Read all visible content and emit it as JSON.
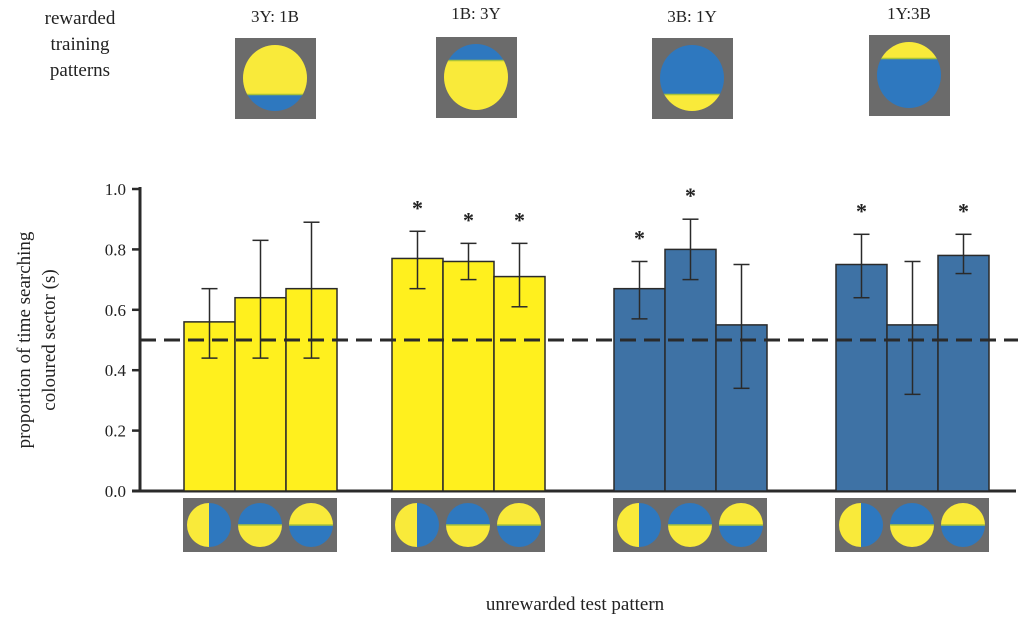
{
  "colors": {
    "yellow": "#fff01e",
    "blue": "#3e72a5",
    "pattern_yellow": "#f9ea3a",
    "pattern_blue": "#2e78bf",
    "pattern_bg": "#6b6b6b",
    "ink": "#2a2a2a"
  },
  "training": {
    "heading_lines": [
      "rewarded",
      "training",
      "patterns"
    ],
    "patterns": [
      {
        "label": "3Y: 1B",
        "top": "yellow",
        "bottom": "blue",
        "split": 0.75
      },
      {
        "label": "1B: 3Y",
        "top": "blue",
        "bottom": "yellow",
        "split": 0.25
      },
      {
        "label": "3B: 1Y",
        "top": "blue",
        "bottom": "yellow",
        "split": 0.75
      },
      {
        "label": "1Y:3B",
        "top": "yellow",
        "bottom": "blue",
        "split": 0.25
      }
    ]
  },
  "test_patterns": [
    {
      "left": "yellow",
      "right": "blue",
      "orientation": "vertical"
    },
    {
      "top": "blue",
      "bottom": "yellow",
      "orientation": "horizontal"
    },
    {
      "top": "yellow",
      "bottom": "blue",
      "orientation": "horizontal"
    }
  ],
  "chart_data": {
    "type": "bar",
    "title": "",
    "ylabel_lines": [
      "proportion of time searching",
      "coloured sector (s)"
    ],
    "xlabel": "unrewarded test pattern",
    "ylim": [
      0,
      1.0
    ],
    "yticks": [
      "0.0",
      "0.2",
      "0.4",
      "0.6",
      "0.8",
      "1.0"
    ],
    "reference_line": 0.5,
    "groups": [
      {
        "training": "3Y: 1B",
        "color": "yellow",
        "values": [
          0.56,
          0.64,
          0.67
        ],
        "err_low": [
          0.44,
          0.44,
          0.44
        ],
        "err_high": [
          0.67,
          0.83,
          0.89
        ],
        "significant": [
          false,
          false,
          false
        ]
      },
      {
        "training": "1B: 3Y",
        "color": "yellow",
        "values": [
          0.77,
          0.76,
          0.71
        ],
        "err_low": [
          0.67,
          0.7,
          0.61
        ],
        "err_high": [
          0.86,
          0.82,
          0.82
        ],
        "significant": [
          true,
          true,
          true
        ]
      },
      {
        "training": "3B: 1Y",
        "color": "blue",
        "values": [
          0.67,
          0.8,
          0.55
        ],
        "err_low": [
          0.57,
          0.7,
          0.34
        ],
        "err_high": [
          0.76,
          0.9,
          0.75
        ],
        "significant": [
          true,
          true,
          false
        ]
      },
      {
        "training": "1Y:3B",
        "color": "blue",
        "values": [
          0.75,
          0.55,
          0.78
        ],
        "err_low": [
          0.64,
          0.32,
          0.72
        ],
        "err_high": [
          0.85,
          0.76,
          0.85
        ],
        "significant": [
          true,
          false,
          true
        ]
      }
    ],
    "significance_marker": "*"
  }
}
